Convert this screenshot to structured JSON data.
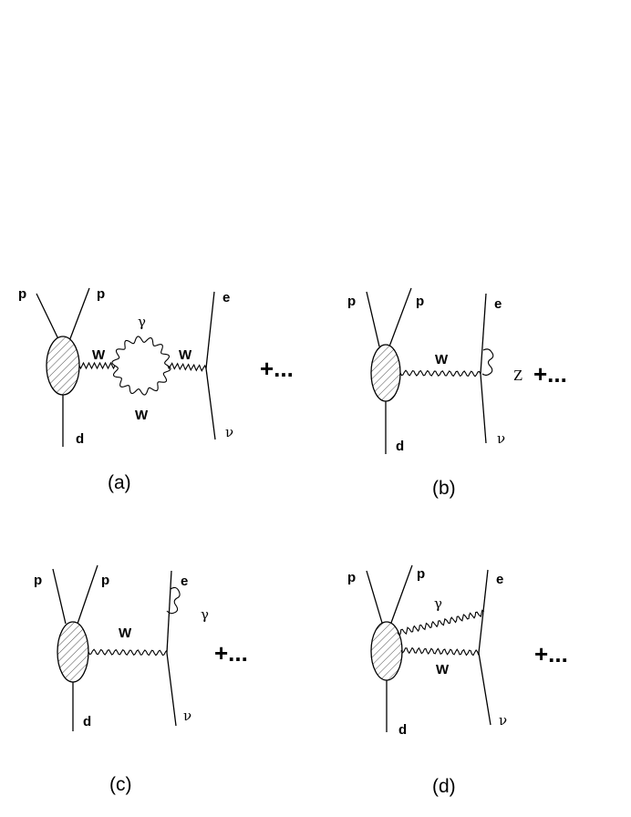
{
  "diagrams": {
    "a": {
      "caption": "(a)",
      "proton_top_left": "p",
      "proton_top_right": "p",
      "deuteron": "d",
      "boson_left": "W",
      "boson_right": "W",
      "loop_top": "γ",
      "loop_bottom": "W",
      "lepton_top": "e",
      "lepton_bottom": "ν",
      "ellipsis": "+..."
    },
    "b": {
      "caption": "(b)",
      "proton_top_left": "p",
      "proton_top_right": "p",
      "deuteron": "d",
      "boson": "W",
      "z_boson": "Z",
      "lepton_top": "e",
      "lepton_bottom": "ν",
      "ellipsis": "+..."
    },
    "c": {
      "caption": "(c)",
      "proton_top_left": "p",
      "proton_top_right": "p",
      "deuteron": "d",
      "boson": "W",
      "photon": "γ",
      "lepton_top": "e",
      "lepton_bottom": "ν",
      "ellipsis": "+..."
    },
    "d": {
      "caption": "(d)",
      "proton_top_left": "p",
      "proton_top_right": "p",
      "deuteron": "d",
      "boson": "W",
      "photon": "γ",
      "lepton_top": "e",
      "lepton_bottom": "ν",
      "ellipsis": "+..."
    }
  }
}
